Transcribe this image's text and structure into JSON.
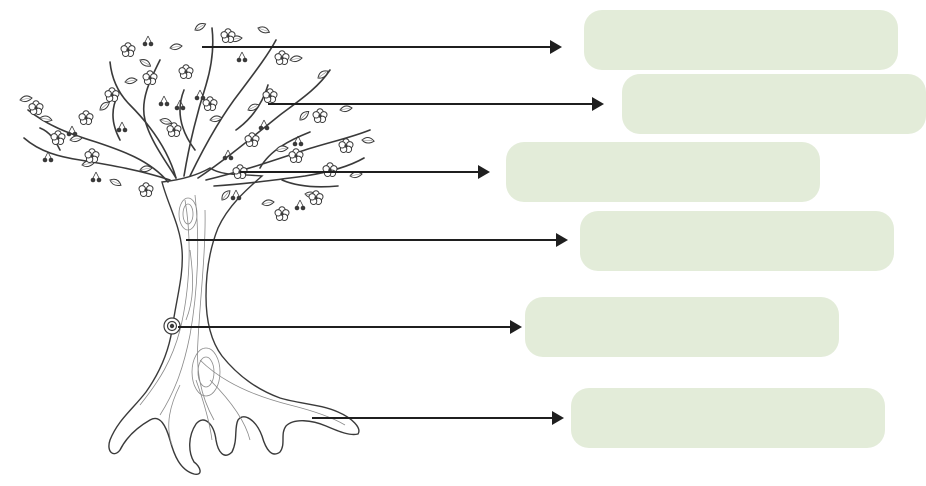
{
  "colors": {
    "box_fill": "#e3ecd9",
    "arrow": "#1f1f1f",
    "ink": "#3a3a3a",
    "ink_light": "#8a8a8a"
  },
  "labels": [
    {
      "id": "label-1",
      "text": ""
    },
    {
      "id": "label-2",
      "text": ""
    },
    {
      "id": "label-3",
      "text": ""
    },
    {
      "id": "label-4",
      "text": ""
    },
    {
      "id": "label-5",
      "text": ""
    },
    {
      "id": "label-6",
      "text": ""
    }
  ]
}
